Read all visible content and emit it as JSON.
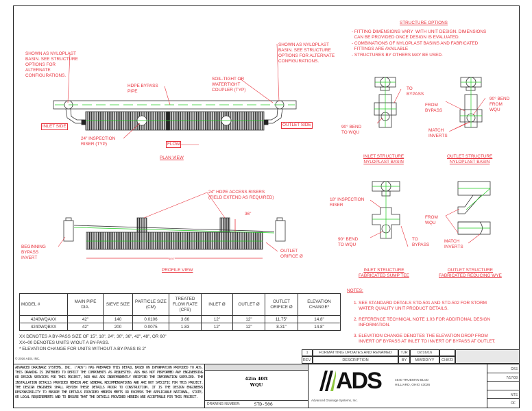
{
  "structure_options": {
    "title": "STRUCTURE OPTIONS",
    "bullets": [
      "- FITTING DIMENSIONS VARY  WITH UNIT DESIGN. DIMENSIONS\n  CAN BE PROVIDED ONCE DESIGN IS EVALUATED.",
      "- COMBINATIONS OF NYLOPLAST BASINS AND FABRICATED\n  FITTINGS ARE AVAILABLE",
      "- STRUCTURES BY OTHERS MAY BE USED."
    ]
  },
  "plan_view": {
    "title": "PLAN VIEW",
    "callout_left": "SHOWN AS NYLOPLAST\nBASIN. SEE STRUCTURE\nOPTIONS FOR\nALTERNATE\nCONFIGURATIONS.",
    "callout_right": "SHOWN AS NYLOPLAST\nBASIN. SEE STRUCTURE\nOPTIONS FOR ALTERNATE\nCONFIGURATIONS.",
    "bypass_pipe": "HDPE BYPASS\nPIPE",
    "coupler": "SOIL-TIGHT OR\nWATERTIGHT\nCOUPLER (TYP)",
    "inlet_side": "INLET SIDE",
    "outlet_side": "OUTLET SIDE",
    "riser": "24\" INSPECTION\nRISER (TYP)",
    "flow": "FLOW"
  },
  "profile_view": {
    "title": "PROFILE VIEW",
    "risers": "24\" HDPE ACCESS RISERS\n(FIELD EXTEND AS REQUIRED)",
    "dim_riser": "36\"",
    "dim_length": "40'0\"",
    "bypass_invert": "BEGINNING\nBYPASS\nINVERT",
    "outlet_orifice": "OUTLET\nORIFICE Ø"
  },
  "structures": {
    "inlet_nyloplast": {
      "title": "INLET STRUCTURE\nNYLOPLAST BASIN",
      "to_bypass": "TO\nBYPASS",
      "bend": "90° BEND\nTO WQU"
    },
    "outlet_nyloplast": {
      "title": "OUTLET STRUCTURE\nNYLOPLAST BASIN",
      "from_bypass": "FROM\nBYPASS",
      "bend": "90° BEND\nFROM\nWQU",
      "match": "MATCH\nINVERTS"
    },
    "inlet_sump": {
      "title": "INLET STRUCTURE\nFABRICATED SUMP TEE",
      "riser": "18\" INSPECTION\nRISER",
      "bend": "90° BEND\nTO WQU",
      "to_bypass": "TO\nBYPASS"
    },
    "outlet_wye": {
      "title": "OUTLET STRUCTURE\nFABRICATED REDUCING WYE",
      "from": "FROM\nWQU",
      "match": "MATCH\nINVERTS"
    }
  },
  "notes": {
    "title": "NOTES:",
    "items": [
      "1. SEE STANDARD DETAILS STD-501 AND STD-502 FOR STORM\n    WATER QUALITY UNIT PRODUCT DETAILS.",
      "2. REFERENCE TECHNICAL NOTE 1.03 FOR ADDITIONAL DESIGN\n    INFORMATION.",
      "3. ELEVATION CHANGE DENOTES THE ELEVATION DROP FROM\n    INVERT OF BYPASS AT INLET TO INVERT OF BYPASS AT OUTLET."
    ]
  },
  "table": {
    "headers": [
      "MODEL #",
      "MAIN PIPE\nDIA.",
      "SIEVE SIZE",
      "PARTICLE SIZE\n(CM)",
      "TREATED\nFLOW RATE\n(CFS)",
      "INLET Ø",
      "OUTLET Ø",
      "OUTLET\nORIFICE Ø",
      "ELEVATION\nCHANGE*"
    ],
    "rows": [
      [
        "4240WQAXX",
        "42\"",
        "140",
        "0.0106",
        "3.66",
        "12\"",
        "12\"",
        "11.75\"",
        "14.8\""
      ],
      [
        "4240WQBXX",
        "42\"",
        "200",
        "0.0075",
        "1.83",
        "12\"",
        "12\"",
        "8.31\"",
        "14.8\""
      ]
    ]
  },
  "footnotes": [
    "XX DENOTES A BY-PASS SIZE OF 15\", 18\", 24\", 30\", 36\", 42\", 48\", OR 60\"",
    "XX=00 DENOTES UNITS W/OUT A BY-PASS.",
    "* ELEVATION CHANGE FOR UNITS WITHOUT A BY-PASS IS 2\""
  ],
  "copyright": "© 2016 ADS, INC.",
  "revisions": {
    "rows": [
      [
        "1",
        "FORMATTING UPDATES AND RENAMED",
        "TJR",
        "02/16/16",
        ""
      ]
    ],
    "headers": [
      "REV.",
      "DESCRIPTION",
      "BY",
      "MM/DD/YY",
      "CHK'D"
    ]
  },
  "disclaimer": "ADVANCED DRAINAGE SYSTEMS, INC. (\"ADS\") HAS PREPARED THIS DETAIL BASED ON INFORMATION PROVIDED TO ADS. THIS DRAWING IS INTENDED TO DEPICT THE COMPONENTS AS REQUESTED. ADS HAS NOT PERFORMED ANY ENGINEERING OR DESIGN SERVICES FOR THIS PROJECT, NOR HAS ADS INDEPENDENTLY VERIFIED THE INFORMATION SUPPLIED. THE INSTALLATION DETAILS PROVIDED HEREIN ARE GENERAL RECOMMENDATIONS AND ARE NOT SPECIFIC FOR THIS PROJECT. THE DESIGN ENGINEER SHALL REVIEW THESE DETAILS PRIOR TO CONSTRUCTION. IT IS THE DESIGN ENGINEERS RESPONSIBILITY TO ENSURE THE DETAILS PROVIDED HEREIN MEETS OR EXCEEDS THE APPLICABLE NATIONAL, STATE, OR LOCAL REQUIREMENTS AND TO ENSURE THAT THE DETAILS PROVIDED HEREIN ARE ACCEPTABLE FOR THIS PROJECT.",
  "title_block": {
    "drawing_title": "42in 40ft\nWQU",
    "drawing_number_label": "DRAWING NUMBER:",
    "drawing_number": "STD-506",
    "logo": "ADS",
    "company": "Advanced Drainage Systems, Inc.",
    "address": "4640 TRUEMAN BLVD\nHILLIARD, OHIO 43026",
    "drawn_by": "CKS",
    "date": "7/17/08",
    "scale": "NTS",
    "sheet": "OF"
  },
  "colors": {
    "annotation": "#e8323c",
    "centerline": "#22cc22",
    "linework": "#333333",
    "logo_green": "#8dc63f"
  }
}
